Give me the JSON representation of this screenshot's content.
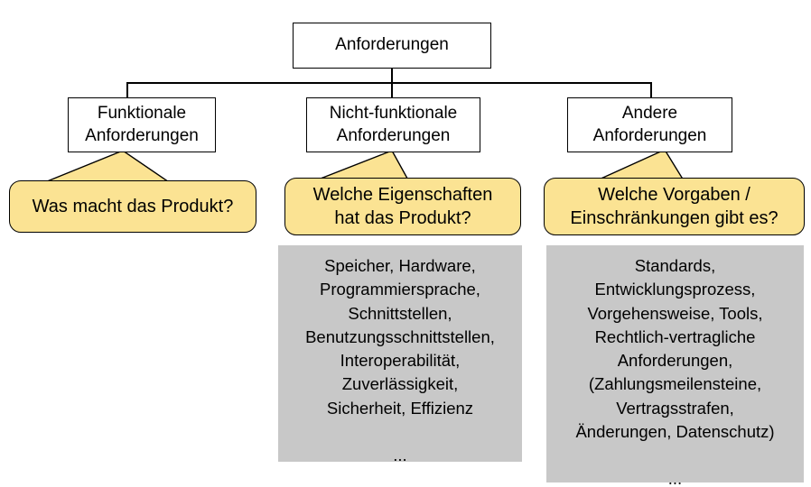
{
  "diagram": {
    "title_node": "Anforderungen",
    "tree": {
      "root": {
        "label": "Anforderungen"
      },
      "children": [
        {
          "id": "funktionale",
          "label": "Funktionale\nAnforderungen"
        },
        {
          "id": "nicht-funktionale",
          "label": "Nicht-funktionale\nAnforderungen"
        },
        {
          "id": "andere",
          "label": "Andere\nAnforderungen"
        }
      ]
    },
    "callouts": [
      {
        "id": "funktionale",
        "text": "Was macht das Produkt?"
      },
      {
        "id": "nicht-funktionale",
        "text": "Welche Eigenschaften\nhat das Produkt?"
      },
      {
        "id": "andere",
        "text": "Welche Vorgaben /\nEinschränkungen gibt es?"
      }
    ],
    "panels": [
      {
        "id": "nicht-funktionale",
        "text": "Speicher, Hardware,\nProgrammiersprache,\nSchnittstellen,\nBenutzungsschnittstellen,\nInteroperabilität,\nZuverlässigkeit,\nSicherheit, Effizienz\n\n...",
        "items": [
          "Speicher, Hardware,",
          "Programmiersprache,",
          "Schnittstellen,",
          "Benutzungsschnittstellen,",
          "Interoperabilität,",
          "Zuverlässigkeit,",
          "Sicherheit, Effizienz",
          "..."
        ]
      },
      {
        "id": "andere",
        "text": "Standards,\nEntwicklungsprozess,\nVorgehensweise, Tools,\nRechtlich-vertragliche\nAnforderungen,\n(Zahlungsmeilensteine,\nVertragsstrafen,\nÄnderungen, Datenschutz)\n\n...",
        "items": [
          "Standards,",
          "Entwicklungsprozess,",
          "Vorgehensweise, Tools,",
          "Rechtlich-vertragliche",
          "Anforderungen,",
          "(Zahlungsmeilensteine,",
          "Vertragsstrafen,",
          "Änderungen, Datenschutz)",
          "..."
        ]
      }
    ],
    "colors": {
      "callout_fill": "#fbe393",
      "panel_fill": "#c8c8c8",
      "node_fill": "#ffffff",
      "stroke": "#000000",
      "text": "#000000"
    }
  }
}
